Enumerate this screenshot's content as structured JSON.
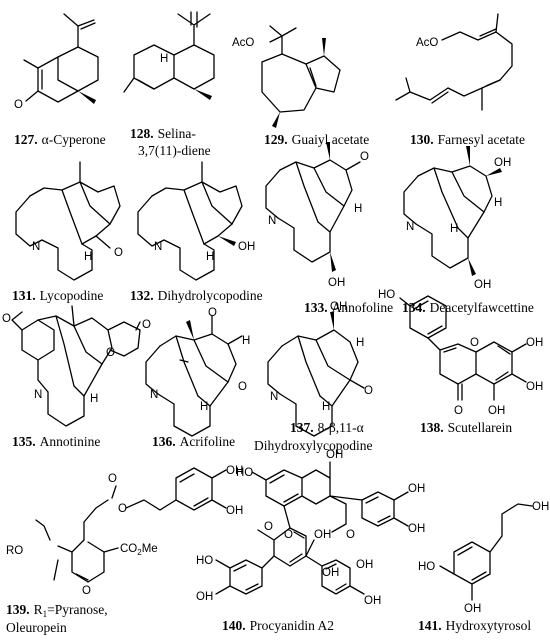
{
  "compounds": [
    {
      "number": "127.",
      "name": "α-Cyperone",
      "atoms": [
        "O"
      ]
    },
    {
      "number": "128.",
      "name": "Selina-",
      "name2": "3,7(11)-diene",
      "atoms": [
        "H"
      ]
    },
    {
      "number": "129.",
      "name": "Guaiyl acetate",
      "atoms": [
        "AcO"
      ]
    },
    {
      "number": "130.",
      "name": "Farnesyl acetate",
      "atoms": [
        "AcO"
      ]
    },
    {
      "number": "131.",
      "name": "Lycopodine",
      "atoms": [
        "N",
        "H",
        "O"
      ]
    },
    {
      "number": "132.",
      "name": "Dihydrolycopodine",
      "atoms": [
        "N",
        "H",
        "OH"
      ]
    },
    {
      "number": "133.",
      "name": "Annofoline",
      "atoms": [
        "N",
        "O",
        "H",
        "OH"
      ]
    },
    {
      "number": "134.",
      "name": "Deacetylfawcettine",
      "atoms": [
        "N",
        "OH",
        "H",
        "H",
        "OH"
      ]
    },
    {
      "number": "135.",
      "name": "Annotinine",
      "atoms": [
        "O",
        "N",
        "O",
        "O",
        "H"
      ]
    },
    {
      "number": "136.",
      "name": "Acrifoline",
      "atoms": [
        "N",
        "O",
        "O",
        "H",
        "H"
      ]
    },
    {
      "number": "137.",
      "name": "8-β,11-α",
      "name2": "Dihydroxylycopodine",
      "atoms": [
        "OH",
        "H",
        "N",
        "H",
        "O"
      ]
    },
    {
      "number": "138.",
      "name": "Scutellarein",
      "atoms": [
        "HO",
        "O",
        "OH",
        "OH",
        "OH",
        "O"
      ]
    },
    {
      "number": "139.",
      "name": "R",
      "sub": "1",
      "name_rest": "=Pyranose,",
      "name2": "Oleuropein",
      "atoms": [
        "OH",
        "OH",
        "O",
        "O",
        "RO",
        "O",
        "CO",
        "2",
        "Me"
      ]
    },
    {
      "number": "140.",
      "name": "Procyanidin A2",
      "atoms": [
        "OH",
        "HO",
        "OH",
        "OH",
        "O",
        "OH",
        "O",
        "O",
        "HO",
        "OH",
        "OH",
        "OH",
        "OH"
      ]
    },
    {
      "number": "141.",
      "name": "Hydroxytyrosol",
      "atoms": [
        "OH",
        "HO",
        "OH"
      ]
    }
  ]
}
